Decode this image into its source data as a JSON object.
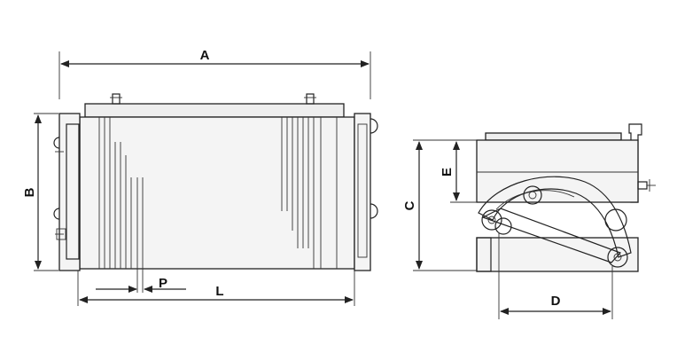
{
  "labels": {
    "A": "A",
    "B": "B",
    "C": "C",
    "D": "D",
    "E": "E",
    "L": "L",
    "P": "P"
  },
  "colors": {
    "line": "#222222",
    "fill": "#f4f4f4"
  }
}
